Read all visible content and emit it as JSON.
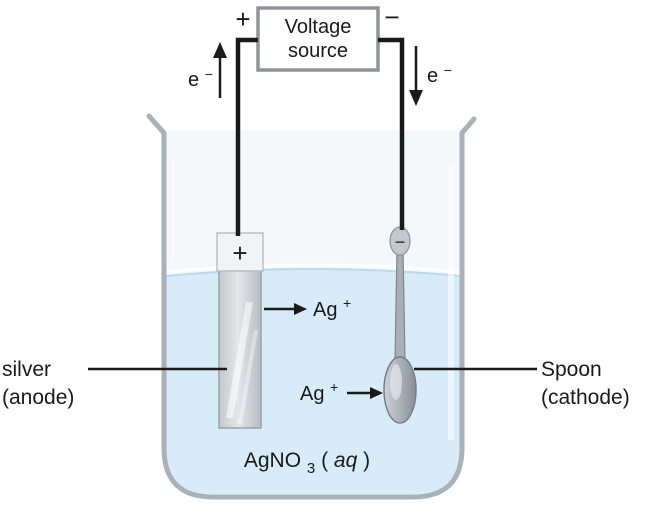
{
  "voltage_source": {
    "line1": "Voltage",
    "line2": "source",
    "plus": "+",
    "minus": "−"
  },
  "electrons": {
    "left": {
      "base": "e",
      "sup": "−"
    },
    "right": {
      "base": "e",
      "sup": "−"
    }
  },
  "anode": {
    "terminal": "+"
  },
  "cathode": {
    "terminal": "−"
  },
  "ions": {
    "upper": {
      "base": "Ag",
      "sup": "+"
    },
    "lower": {
      "base": "Ag",
      "sup": "+"
    }
  },
  "labels": {
    "anode": {
      "line1": "silver",
      "line2": "(anode)"
    },
    "cathode": {
      "line1": "Spoon",
      "line2": "(cathode)"
    }
  },
  "solution": {
    "formula": "AgNO",
    "sub": "3",
    "paren_open": "(",
    "species": "aq",
    "paren_close": ")"
  },
  "colors": {
    "liquid": "#d7ebf8",
    "beaker_stroke": "#a9b2ba",
    "wire": "#1a1a1a",
    "terminal_red": "#cc2233",
    "metal_light": "#e9ebee",
    "metal_dark": "#b3b9bf"
  }
}
